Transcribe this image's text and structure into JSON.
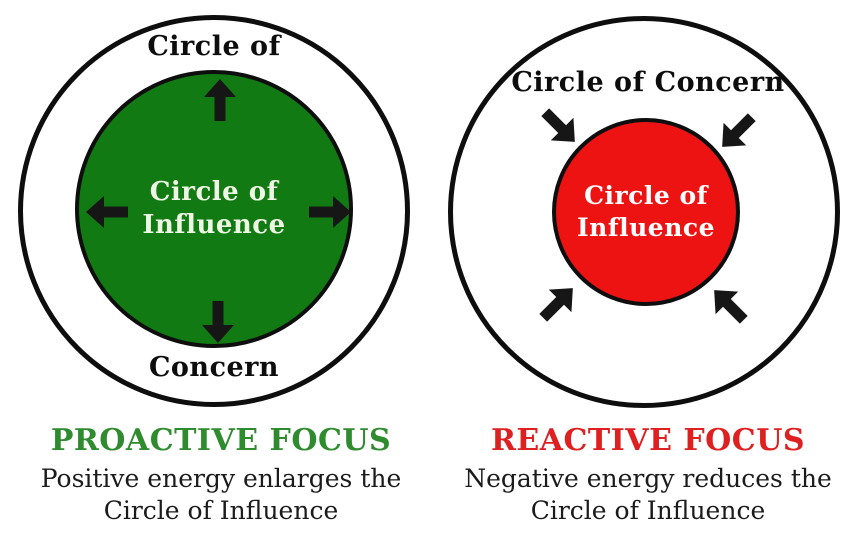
{
  "left_panel": {
    "outer_top": "Circle of",
    "outer_bottom": "Concern",
    "inner_line1": "Circle of",
    "inner_line2": "Influence",
    "caption_title": "PROACTIVE FOCUS",
    "caption_line1": "Positive energy enlarges the",
    "caption_line2": "Circle of Influence",
    "arrows_direction": "outward",
    "colors": {
      "inner_circle": "#127a12",
      "inner_text": "#eef6e4",
      "caption_title": "#2e8b2e"
    }
  },
  "right_panel": {
    "outer_top": "Circle of Concern",
    "inner_line1": "Circle of",
    "inner_line2": "Influence",
    "caption_title": "REACTIVE FOCUS",
    "caption_line1": "Negative energy reduces the",
    "caption_line2": "Circle of Influence",
    "arrows_direction": "inward",
    "colors": {
      "inner_circle": "#ee1313",
      "inner_text": "#ffffff",
      "caption_title": "#df2020"
    }
  },
  "shared_colors": {
    "outline": "#0e0e0e",
    "arrow": "#161616",
    "label_text": "#0d0d0d",
    "background": "#ffffff"
  }
}
